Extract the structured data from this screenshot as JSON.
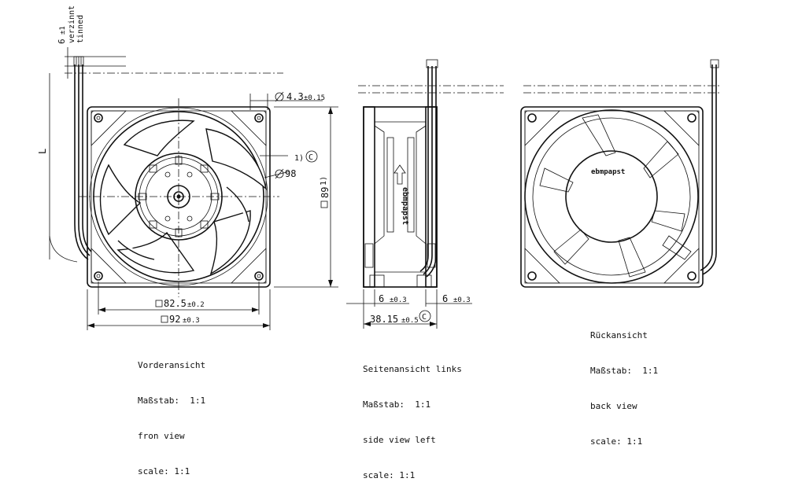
{
  "front_view": {
    "caption": [
      "Vorderansicht",
      "Maßstab:  1:1",
      "fron view",
      "scale: 1:1"
    ],
    "dim_wire_length": "6",
    "dim_wire_length_tol": "±1",
    "wire_note_de": "verzinnt",
    "wire_note_en": "tinned",
    "dim_L": "L",
    "dim_hole": "4.3",
    "dim_hole_tol": "±0.15",
    "dim_diameter": "98",
    "dim_diameter_note": "1)",
    "dim_diameter_circle": "C",
    "dim_height": "89",
    "dim_height_note": "1)",
    "dim_hole_spacing": "82.5",
    "dim_hole_spacing_tol": "±0.2",
    "dim_width": "92",
    "dim_width_tol": "±0.3"
  },
  "side_view": {
    "caption": [
      "Seitenansicht links",
      "Maßstab:  1:1",
      "side view left",
      "scale: 1:1"
    ],
    "dim_flange_left": "6",
    "dim_flange_left_tol": "±0.3",
    "dim_flange_right": "6",
    "dim_flange_right_tol": "±0.3",
    "dim_depth": "38.15",
    "dim_depth_tol": "±0.5",
    "dim_depth_circle": "C",
    "label_text": "ebmpapst"
  },
  "back_view": {
    "caption": [
      "Rückansicht",
      "Maßstab:  1:1",
      "back view",
      "scale: 1:1"
    ],
    "logo_text": "ebmpapst"
  }
}
